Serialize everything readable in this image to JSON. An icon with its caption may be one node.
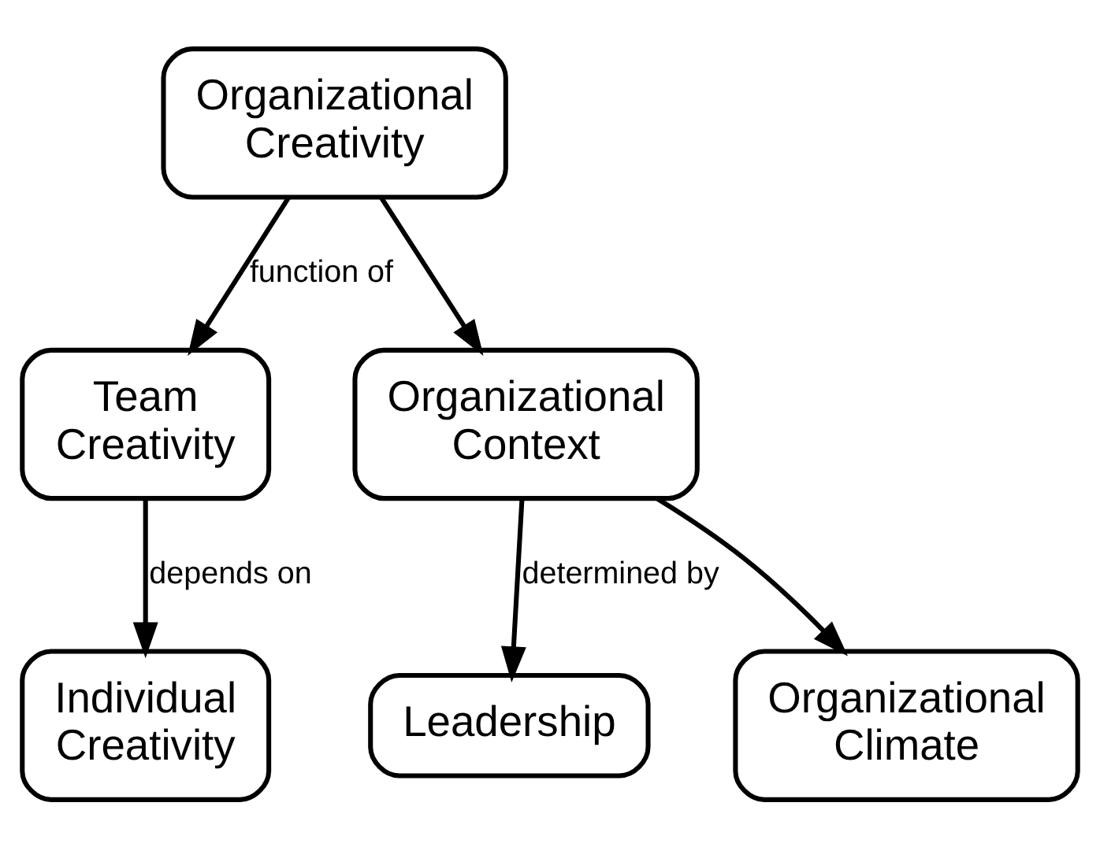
{
  "diagram": {
    "nodes": [
      {
        "text": [
          "Organizational Creativity"
        ]
      },
      {
        "text": [
          "Team Creativity"
        ]
      },
      {
        "text": [
          "Organizational Context"
        ]
      },
      {
        "text": [
          "Individual Creativity"
        ]
      },
      {
        "text": [
          "Leadership"
        ]
      },
      {
        "text": [
          "Organizational Climate"
        ]
      }
    ],
    "edges": [
      {
        "from": 0,
        "to": 1,
        "arrow": "to",
        "label": "function of"
      },
      {
        "from": 0,
        "to": 2,
        "arrow": "to"
      },
      {
        "from": 1,
        "to": 3,
        "arrow": "to",
        "label": "depends on"
      },
      {
        "from": 2,
        "to": 4,
        "arrow": "to",
        "label": "determined by"
      },
      {
        "from": 2,
        "to": 5,
        "arrow": "to"
      }
    ]
  }
}
